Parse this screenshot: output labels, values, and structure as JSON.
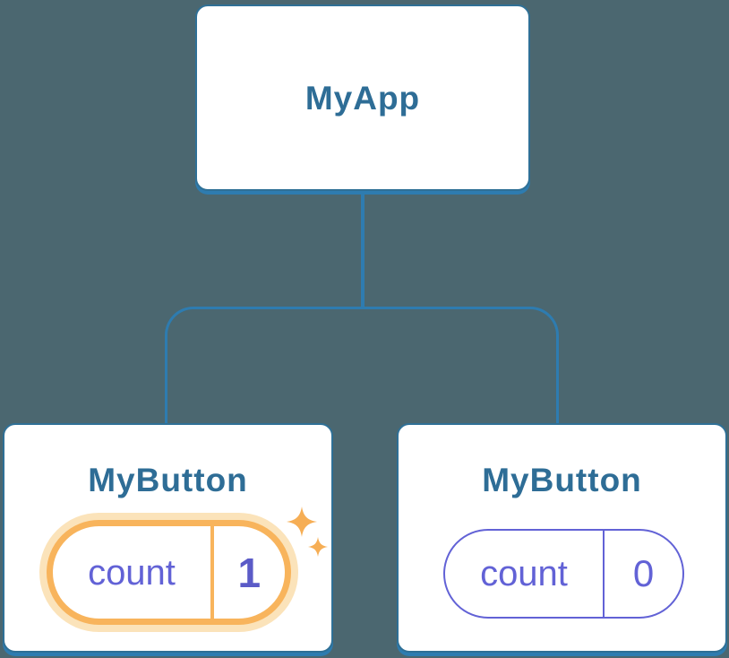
{
  "colors": {
    "background": "#4B6770",
    "node_background": "#FFFFFF",
    "node_border": "#2F7096",
    "connector": "#2E7CB0",
    "node_title": "#2E6D96",
    "state_indigo": "#6262D6",
    "state_value_emphasis": "#5B5BC7",
    "highlight_orange": "#F8B45C",
    "highlight_halo": "#FBE3BA",
    "sparkle": "#F6AE55"
  },
  "icons": {
    "sparkle": "✦"
  },
  "tree": {
    "root": {
      "label": "MyApp"
    },
    "children": [
      {
        "label": "MyButton",
        "highlighted": true,
        "state": {
          "name": "count",
          "value": "1"
        }
      },
      {
        "label": "MyButton",
        "highlighted": false,
        "state": {
          "name": "count",
          "value": "0"
        }
      }
    ]
  }
}
